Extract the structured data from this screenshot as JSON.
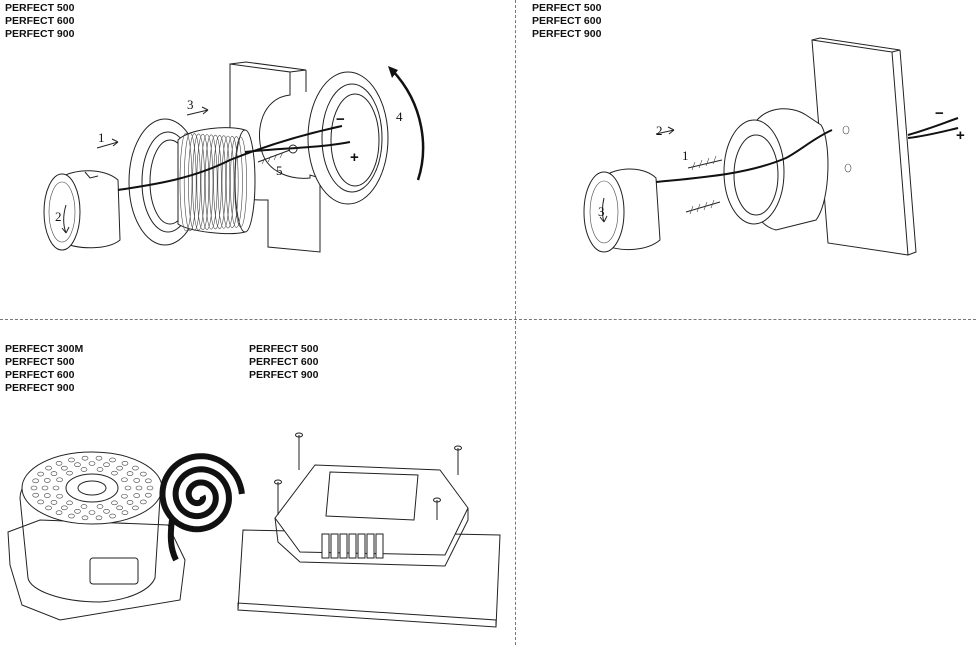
{
  "panels": {
    "top_left": {
      "models": [
        "PERFECT 500",
        "PERFECT 600",
        "PERFECT 900"
      ],
      "steps": [
        "1",
        "2",
        "3",
        "4",
        "5"
      ],
      "polarity": {
        "minus": "−",
        "plus": "+"
      }
    },
    "top_right": {
      "models": [
        "PERFECT 500",
        "PERFECT 600",
        "PERFECT 900"
      ],
      "steps": [
        "1",
        "2",
        "3"
      ],
      "polarity": {
        "minus": "−",
        "plus": "+"
      }
    },
    "bottom_left_a": {
      "models": [
        "PERFECT 300M",
        "PERFECT 500",
        "PERFECT 600",
        "PERFECT 900"
      ]
    },
    "bottom_left_b": {
      "models": [
        "PERFECT 500",
        "PERFECT 600",
        "PERFECT 900"
      ]
    }
  }
}
